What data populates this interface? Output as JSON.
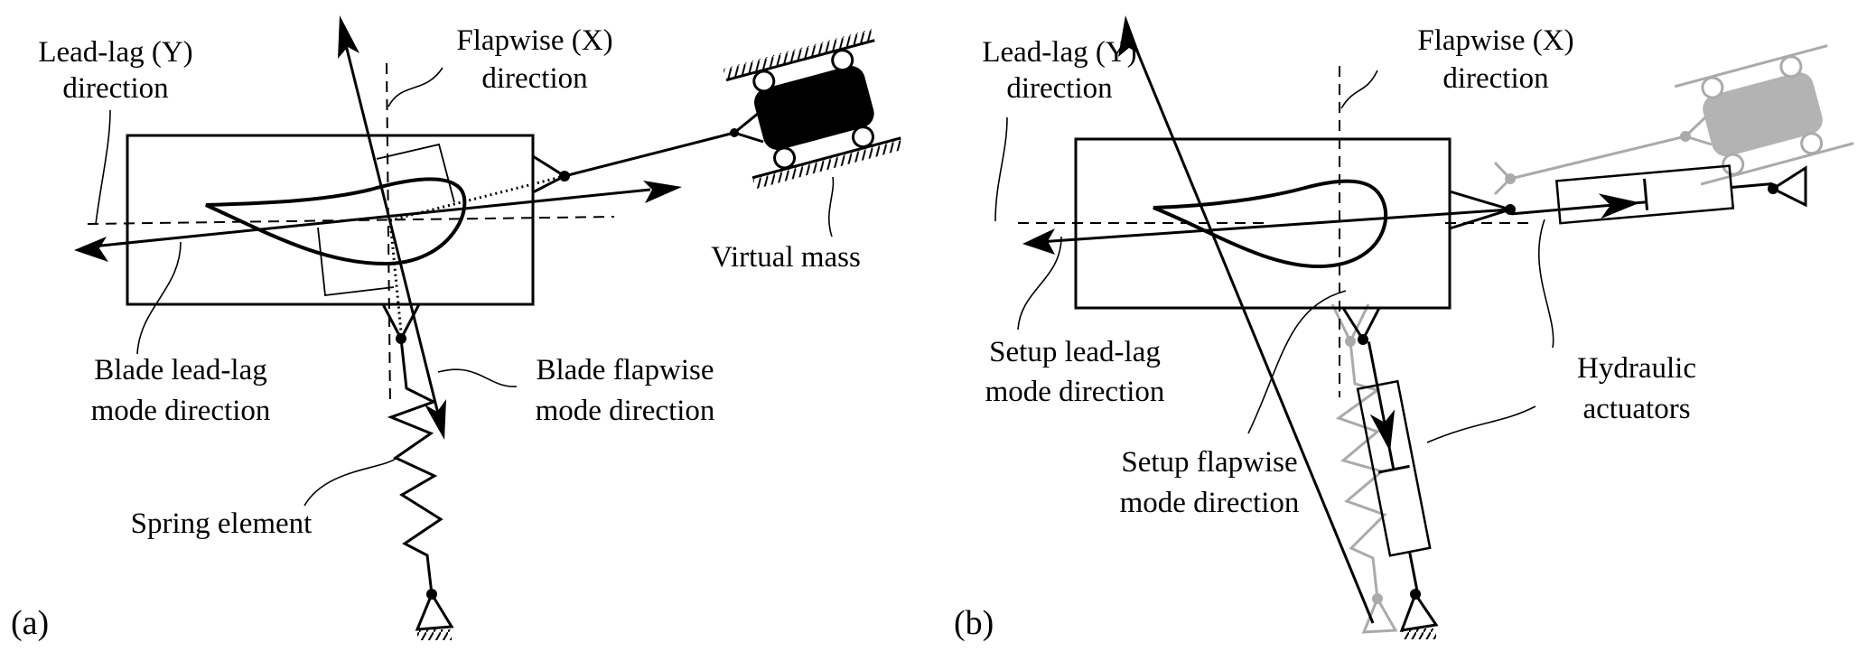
{
  "figure": {
    "panels": [
      {
        "id": "a",
        "panel_label": "(a)",
        "labels": {
          "leadlag_axis_line1": "Lead-lag (Y)",
          "leadlag_axis_line2": "direction",
          "flapwise_axis_line1": "Flapwise (X)",
          "flapwise_axis_line2": "direction",
          "virtual_mass": "Virtual mass",
          "leadlag_mode_line1": "Blade lead-lag",
          "leadlag_mode_line2": "mode direction",
          "flapwise_mode_line1": "Blade flapwise",
          "flapwise_mode_line2": "mode direction",
          "spring": "Spring element"
        }
      },
      {
        "id": "b",
        "panel_label": "(b)",
        "labels": {
          "leadlag_axis_line1": "Lead-lag (Y)",
          "leadlag_axis_line2": "direction",
          "flapwise_axis_line1": "Flapwise (X)",
          "flapwise_axis_line2": "direction",
          "leadlag_mode_line1": "Setup lead-lag",
          "leadlag_mode_line2": "mode direction",
          "flapwise_mode_line1": "Setup flapwise",
          "flapwise_mode_line2": "mode direction",
          "actuators_line1": "Hydraulic",
          "actuators_line2": "actuators"
        }
      }
    ],
    "colors": {
      "ink": "#000000",
      "ghost": "#aaaaaa",
      "ghost_fill": "#b3b3b3"
    }
  }
}
